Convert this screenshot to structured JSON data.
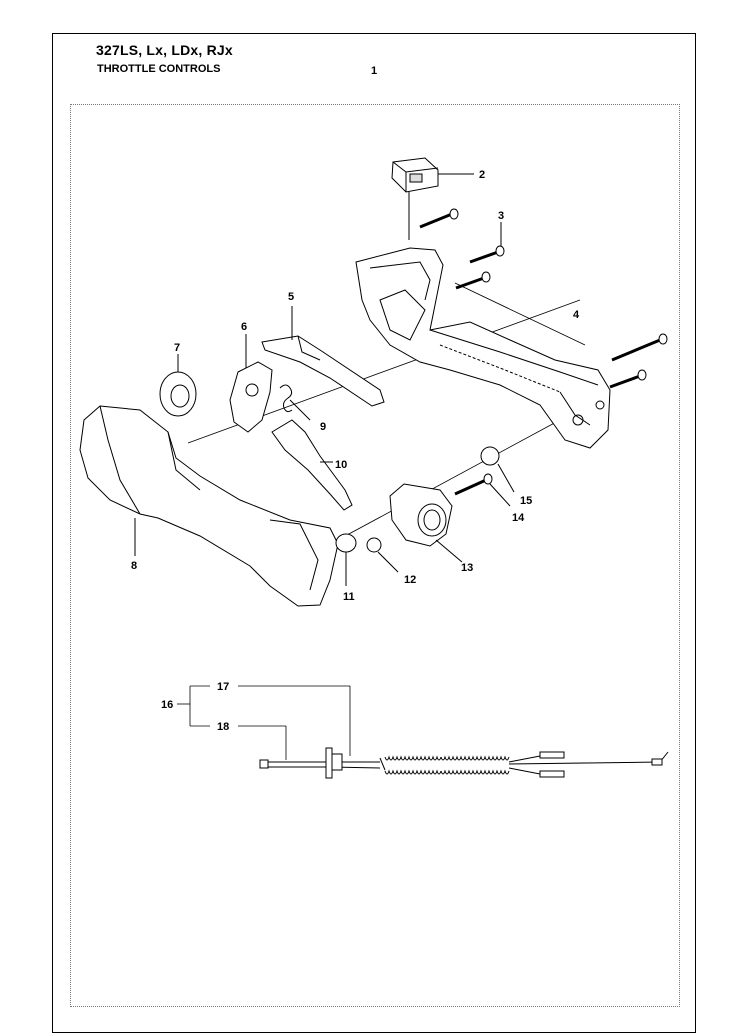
{
  "header": {
    "model": "327LS, Lx, LDx, RJx",
    "title": "THROTTLE CONTROLS",
    "page_number": "1"
  },
  "callouts": [
    "2",
    "3",
    "4",
    "5",
    "6",
    "7",
    "8",
    "9",
    "10",
    "11",
    "12",
    "13",
    "14",
    "15",
    "16",
    "17",
    "18"
  ],
  "colors": {
    "line": "#000000",
    "part_fill": "#ffffff",
    "frame_dots": "#777777"
  }
}
